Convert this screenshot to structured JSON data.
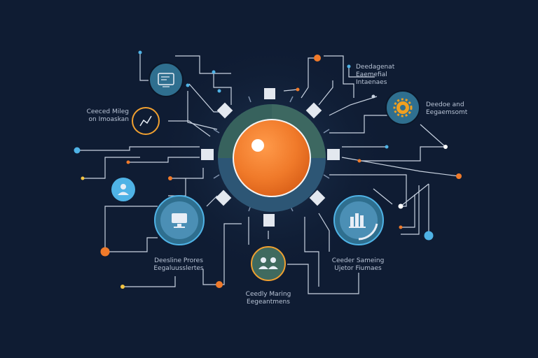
{
  "diagram": {
    "colors": {
      "background": "#0f1c33",
      "node_fill": "#2f6f8f",
      "accent_orange": "#f07a2a",
      "accent_blue": "#4fb3e6",
      "hub_green": "#3f6a5f",
      "line": "#c9d3e1",
      "label_text": "#b9c4d6"
    },
    "icons": [
      "computer-icon",
      "chart-icon",
      "gear-icon",
      "user-icon",
      "monitor-icon",
      "bar-chart-icon",
      "group-icon"
    ],
    "labels": {
      "top_right": [
        "Deedagenat",
        "Eaemefial",
        "Intaenaes"
      ],
      "right_upper": [
        "Deedoe and",
        "Eegaemsomt"
      ],
      "left_upper": [
        "Ceeced Mileg",
        "on Imoaskan"
      ],
      "left_lower": [
        "Deesline Prores",
        "Eegaluusslertes"
      ],
      "bottom_center": [
        "Ceedly Maring",
        "Eegeantmens"
      ],
      "bottom_right": [
        "Ceeder Sameing",
        "Ujetor Fiumaes"
      ]
    }
  }
}
